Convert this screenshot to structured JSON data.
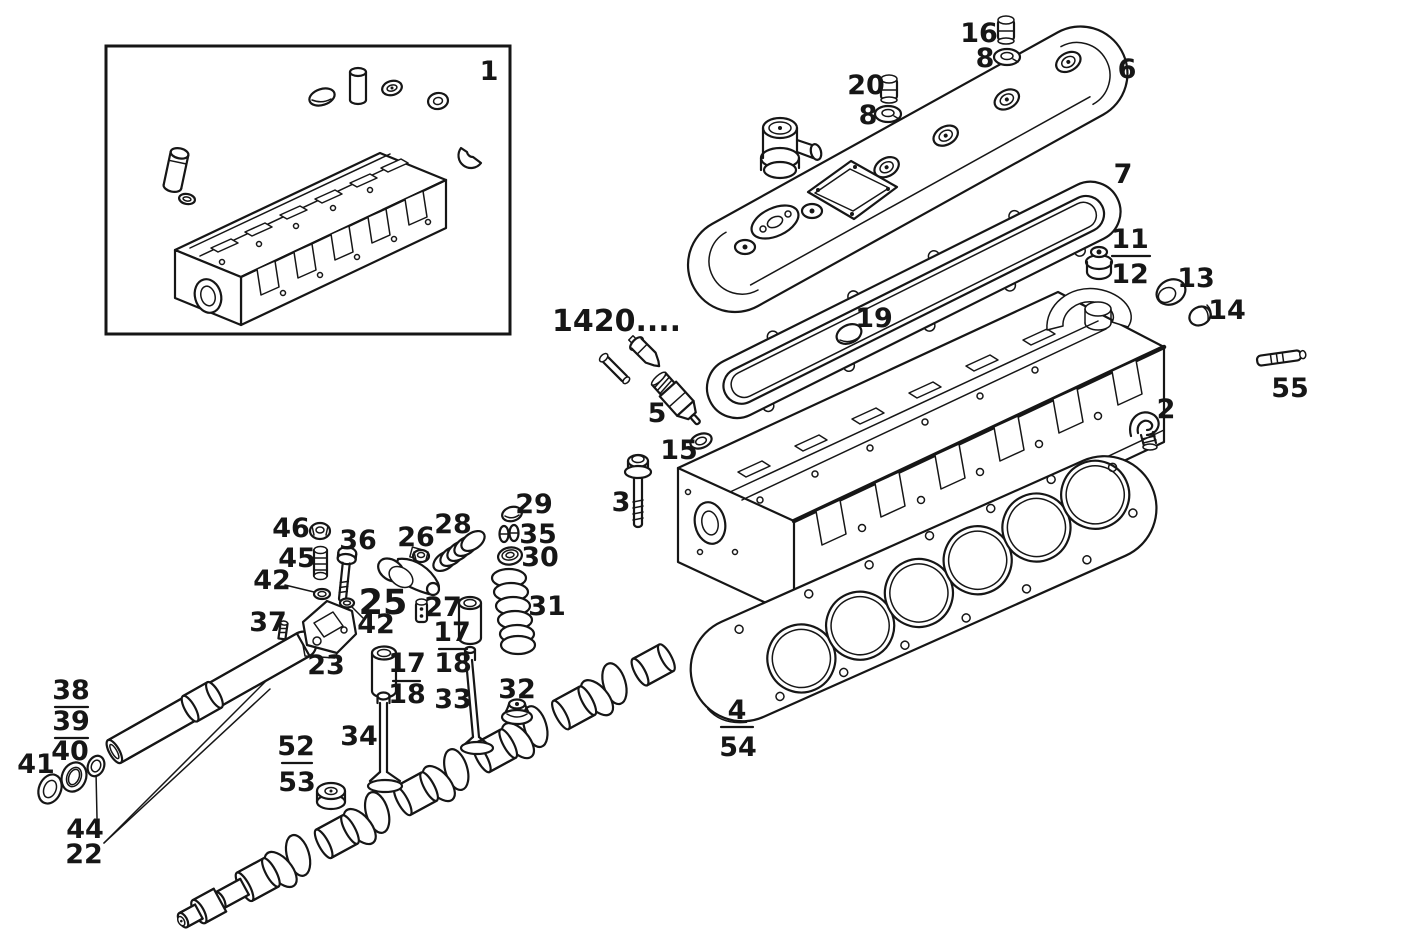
{
  "figure": {
    "kind": "exploded-parts-diagram",
    "background_color": "#ffffff",
    "ink_color": "#161616"
  },
  "callouts": {
    "assembly_box": "1",
    "cap_nut_upper": "16",
    "washer_upper": "8",
    "cap_nut_lower": "20",
    "washer_lower": "8",
    "valve_cover": "6",
    "cover_gasket": "7",
    "grommet_top": "11",
    "grommet_bottom": "12",
    "cup_plug_large": "13",
    "cup_plug_small": "14",
    "gasket_plug": "19",
    "series_code": "1420....",
    "glow_plug": "5",
    "glow_plug_washer": "15",
    "head_bolt": "3",
    "hose_elbow": "2",
    "dowel_pin": "55",
    "spring_cap": "29",
    "valve_collets": "35",
    "spring_retainer": "30",
    "valve_spring": "31",
    "lock_nut": "46",
    "rocker_screw": "36",
    "adjuster_sleeve": "45",
    "rocker_nut": "26",
    "rocker_spring": "28",
    "washer_left": "42",
    "rocker_arm": "25",
    "washer_right": "42",
    "spacer": "27",
    "stud": "37",
    "rocker_bracket": "23",
    "valve_guide_right_top": "17",
    "valve_guide_right_bottom": "18",
    "valve_guide_left_top": "17",
    "valve_guide_left_bottom": "18",
    "valve_long": "33",
    "valve_stem_seal": "32",
    "valve_short": "34",
    "shim_ring_1": "38",
    "shim_ring_2": "39",
    "shim_ring_3": "40",
    "o_ring": "41",
    "tappet_cap_top": "52",
    "tappet_cap_bottom": "53",
    "seal_ring": "44",
    "rocker_shaft": "22",
    "head_gasket_top": "4",
    "head_gasket_bottom": "54"
  }
}
